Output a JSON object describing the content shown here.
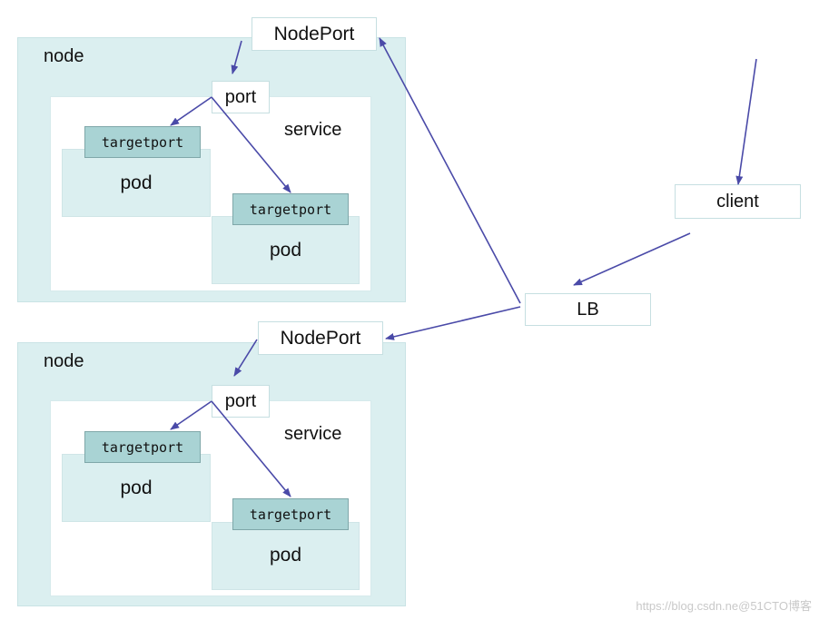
{
  "diagram": {
    "nodes": [
      {
        "label": "node",
        "nodeport": "NodePort",
        "port": "port",
        "service": "service",
        "pods": [
          {
            "targetport": "targetport",
            "label": "pod"
          },
          {
            "targetport": "targetport",
            "label": "pod"
          }
        ]
      },
      {
        "label": "node",
        "nodeport": "NodePort",
        "port": "port",
        "service": "service",
        "pods": [
          {
            "targetport": "targetport",
            "label": "pod"
          },
          {
            "targetport": "targetport",
            "label": "pod"
          }
        ]
      }
    ],
    "client": "client",
    "lb": "LB",
    "arrow_color": "#4a4aa8",
    "watermark": "https://blog.csdn.ne@51CTO博客"
  }
}
